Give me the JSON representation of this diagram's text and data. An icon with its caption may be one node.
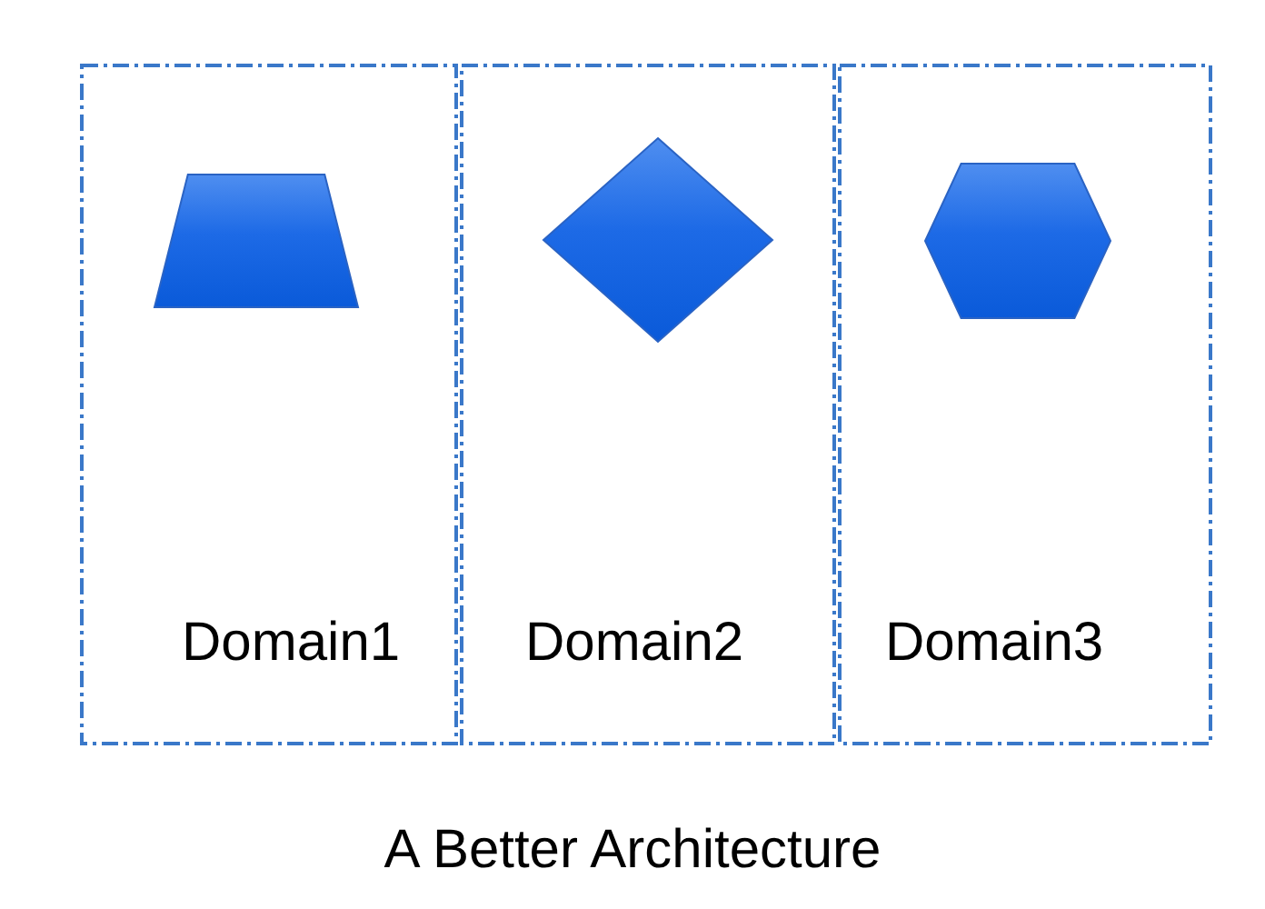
{
  "diagram": {
    "caption": "A Better Architecture",
    "nodes": [
      {
        "text": [
          "Domain1"
        ]
      },
      {
        "text": [],
        "shape": "trapezoid",
        "in": 0
      },
      {
        "text": [
          "Domain2"
        ]
      },
      {
        "text": [],
        "shape": "diamond",
        "in": 2
      },
      {
        "text": [
          "Domain3"
        ]
      },
      {
        "text": [],
        "shape": "hexagon",
        "in": 4
      }
    ]
  }
}
